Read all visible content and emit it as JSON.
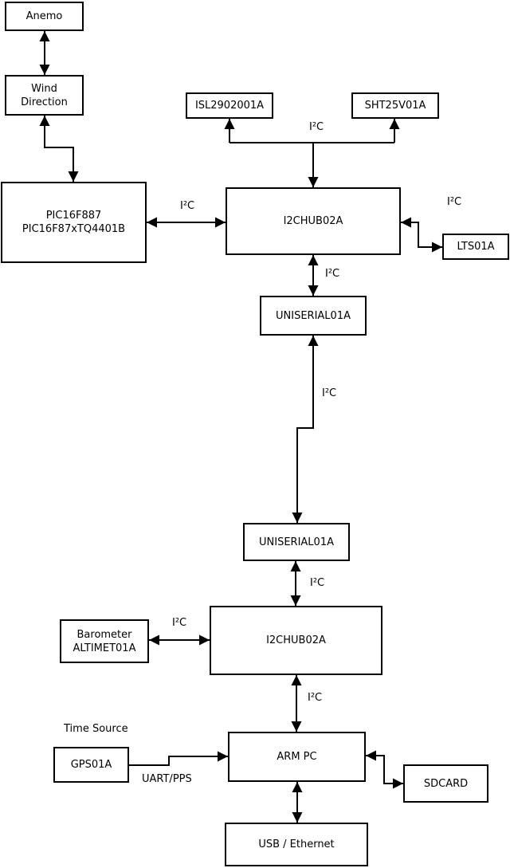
{
  "colors": {
    "line": "#000000",
    "box_border": "#000000",
    "box_fill": "#ffffff",
    "background": "#ffffff",
    "text": "#000000"
  },
  "diagram": {
    "nodes": {
      "anemo": {
        "label": "Anemo"
      },
      "wind_direction": {
        "line1": "Wind",
        "line2": "Direction"
      },
      "pic": {
        "line1": "PIC16F887",
        "line2": "PIC16F87xTQ4401B"
      },
      "isl": {
        "label": "ISL2902001A"
      },
      "sht": {
        "label": "SHT25V01A"
      },
      "i2chub1": {
        "label": "I2CHUB02A"
      },
      "lts": {
        "label": "LTS01A"
      },
      "uniserial1": {
        "label": "UNISERIAL01A"
      },
      "uniserial2": {
        "label": "UNISERIAL01A"
      },
      "i2chub2": {
        "label": "I2CHUB02A"
      },
      "barometer": {
        "line1": "Barometer",
        "line2": "ALTIMET01A"
      },
      "arm_pc": {
        "label": "ARM PC"
      },
      "gps": {
        "label": "GPS01A"
      },
      "sdcard": {
        "label": "SDCARD"
      },
      "usb_ethernet": {
        "label": "USB / Ethernet"
      }
    },
    "edge_labels": {
      "i2c_sensor_bus": "I²C",
      "i2c_pic_hub1": "I²C",
      "i2c_hub1_lts": "I²C",
      "i2c_hub1_uniserial1": "I²C",
      "i2c_uniserial_link": "I²C",
      "i2c_uniserial2_hub2": "I²C",
      "i2c_barometer_hub2": "I²C",
      "i2c_hub2_armpc": "I²C",
      "uart_pps": "UART/PPS",
      "time_source": "Time Source"
    }
  }
}
